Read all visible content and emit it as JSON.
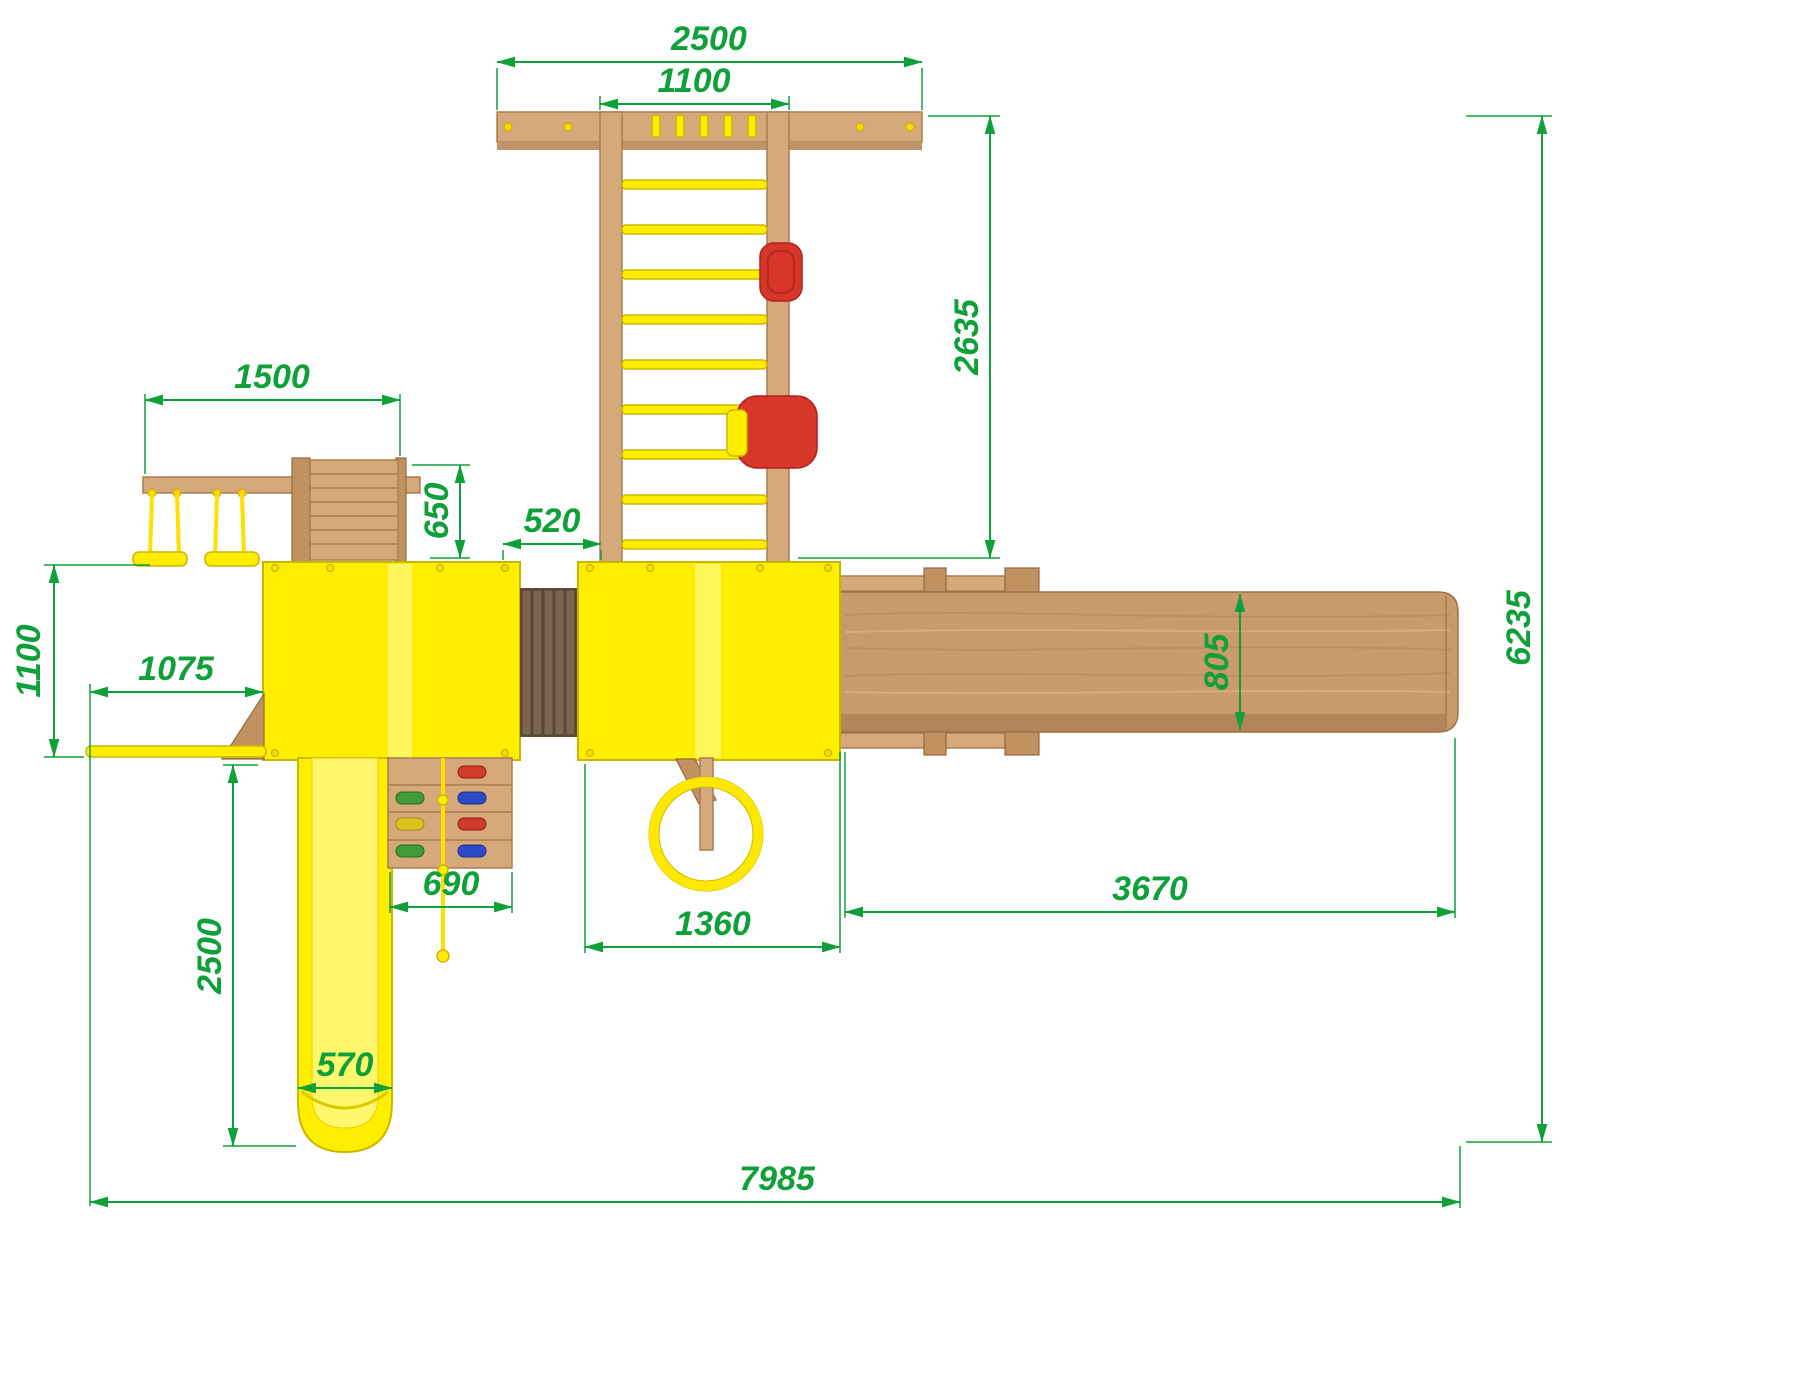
{
  "drawing": {
    "title": "playground-set-top-view-plan",
    "colors": {
      "dimension_green": "#10a03a",
      "platform_yellow": "#ffee00",
      "wood_light": "#d6a97b",
      "wood_dark": "#c1925f",
      "bridge_wood": "#7b6450",
      "accent_red": "#d9362a"
    },
    "dimensions": {
      "top_beam_width": "2500",
      "ladder_width": "1100",
      "ladder_length": "2635",
      "swing_beam_length": "1500",
      "stair_depth": "650",
      "bridge_gap": "520",
      "platform_depth": "1100",
      "front_overhang": "1075",
      "slide_length": "2500",
      "slide_width": "570",
      "climb_wall_width": "690",
      "ring_bay_width": "1360",
      "right_beam_length": "3670",
      "beam_depth": "805",
      "overall_depth": "6235",
      "overall_width": "7985"
    }
  }
}
